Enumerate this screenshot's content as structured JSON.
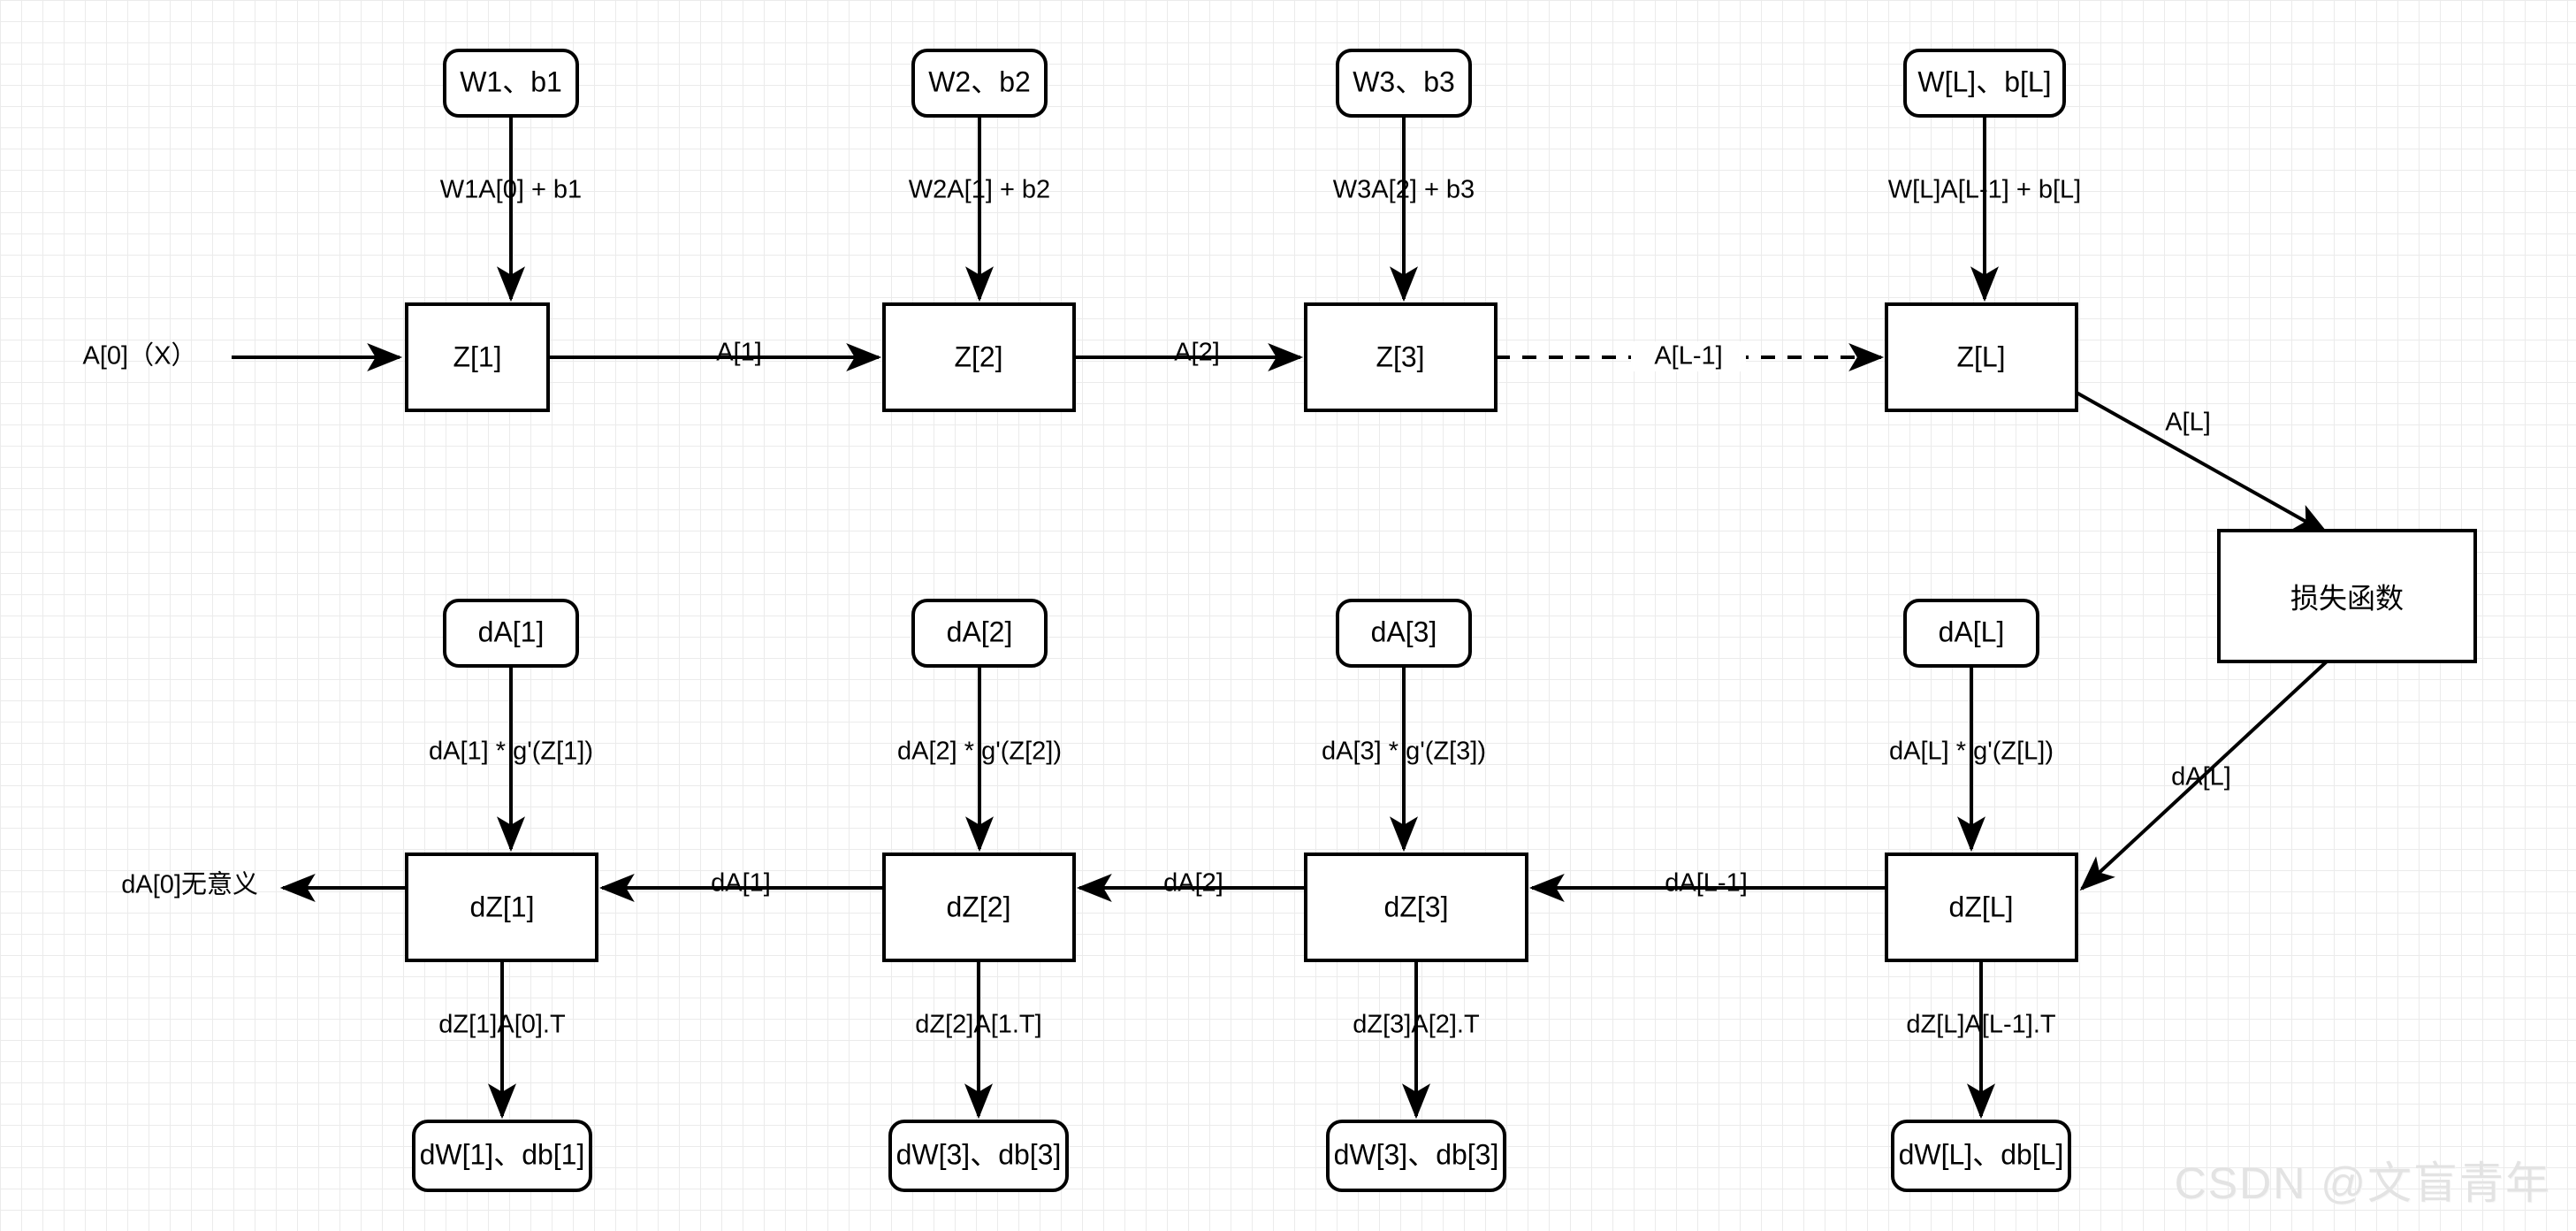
{
  "diagram": {
    "title": "Deep neural network forward and backward propagation flow",
    "watermark": "CSDN @文盲青年",
    "colors": {
      "stroke": "#000000",
      "node_fill": "#ffffff",
      "background": "#ffffff",
      "grid_minor": "#ebebeb",
      "grid_major": "#c8c8c8",
      "watermark": "#e3e3e3"
    },
    "forward": {
      "input_label": "A[0]（X）",
      "param_nodes": [
        {
          "label": "W1、b1"
        },
        {
          "label": "W2、b2"
        },
        {
          "label": "W3、b3"
        },
        {
          "label": "W[L]、b[L]"
        }
      ],
      "param_edge_labels": [
        "W1A[0] + b1",
        "W2A[1] + b2",
        "W3A[2] + b3",
        "W[L]A[L-1] + b[L]"
      ],
      "z_nodes": [
        {
          "label": "Z[1]"
        },
        {
          "label": "Z[2]"
        },
        {
          "label": "Z[3]"
        },
        {
          "label": "Z[L]"
        }
      ],
      "z_edge_labels": [
        "A[1]",
        "A[2]",
        "A[L-1]"
      ],
      "z_edge_styles": [
        "solid",
        "solid",
        "dashed"
      ],
      "loss_edge_label": "A[L]"
    },
    "loss": {
      "label": "损失函数"
    },
    "backward": {
      "loss_out_label": "dA[L]",
      "da_nodes": [
        {
          "label": "dA[1]"
        },
        {
          "label": "dA[2]"
        },
        {
          "label": "dA[3]"
        },
        {
          "label": "dA[L]"
        }
      ],
      "da_edge_labels": [
        "dA[1] * g'(Z[1])",
        "dA[2] * g'(Z[2])",
        "dA[3] * g'(Z[3])",
        "dA[L] * g'(Z[L])"
      ],
      "dz_nodes": [
        {
          "label": "dZ[1]"
        },
        {
          "label": "dZ[2]"
        },
        {
          "label": "dZ[3]"
        },
        {
          "label": "dZ[L]"
        }
      ],
      "dz_edge_labels": [
        "dA[1]",
        "dA[2]",
        "dA[L-1]"
      ],
      "terminal_label": "dA[0]无意义",
      "dw_edge_labels": [
        "dZ[1]A[0].T",
        "dZ[2]A[1.T]",
        "dZ[3]A[2].T",
        "dZ[L]A[L-1].T"
      ],
      "dw_nodes": [
        {
          "label": "dW[1]、db[1]"
        },
        {
          "label": "dW[3]、db[3]"
        },
        {
          "label": "dW[3]、db[3]"
        },
        {
          "label": "dW[L]、db[L]"
        }
      ]
    }
  }
}
